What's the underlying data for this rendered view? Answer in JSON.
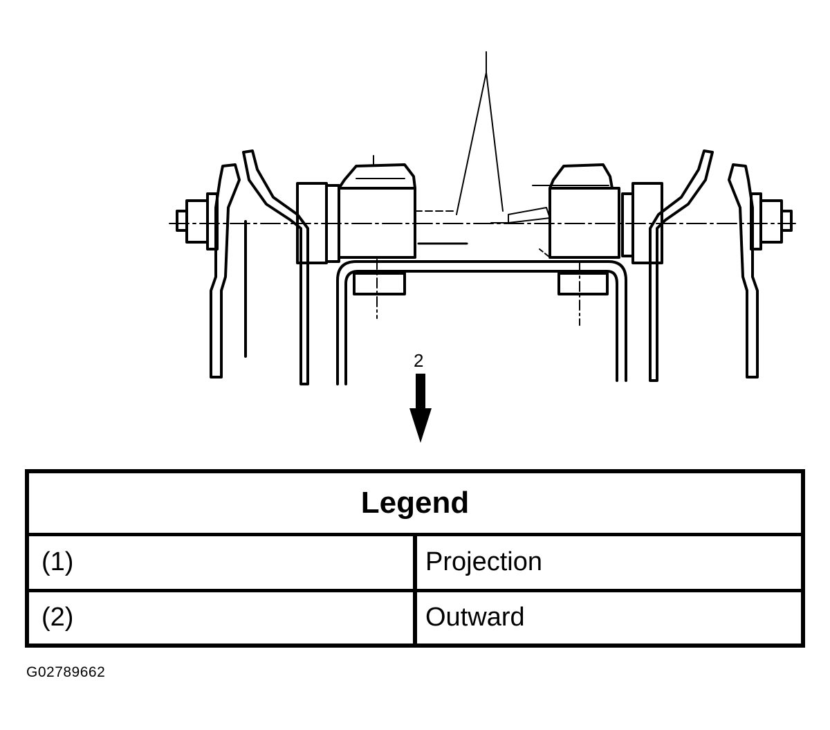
{
  "diagram": {
    "callouts": [
      "2"
    ],
    "colors": {
      "line": "#000000",
      "background": "#ffffff"
    }
  },
  "legend": {
    "title": "Legend",
    "rows": [
      {
        "number": "(1)",
        "description": "Projection"
      },
      {
        "number": "(2)",
        "description": "Outward"
      }
    ]
  },
  "figure_id": "G02789662"
}
